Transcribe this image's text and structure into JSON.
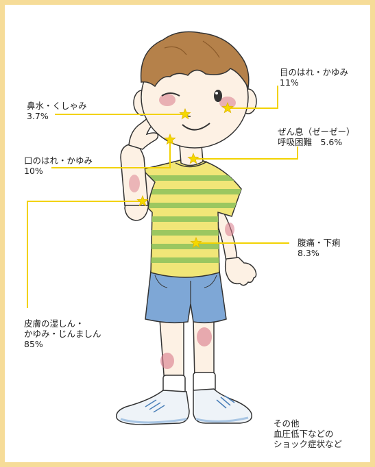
{
  "colors": {
    "frame": "#f6dc98",
    "leader_line": "#f2d200",
    "star": "#f5d800",
    "shirt_yellow": "#f1e678",
    "shirt_stripe": "#9bc760",
    "shorts": "#7ea7d6",
    "hair": "#b5814a",
    "skin": "#fdf1e4",
    "rash": "#d97a8a",
    "shoes": "#dfe9f3"
  },
  "icons": [
    "star-marker"
  ],
  "labels": {
    "eyes": {
      "title": "目のはれ・かゆみ",
      "value": "11%"
    },
    "nose": {
      "title": "鼻水・くしゃみ",
      "value": "3.7%"
    },
    "throat": {
      "title": "ぜん息（ゼーゼー）",
      "value": "呼吸困難　5.6%"
    },
    "mouth": {
      "title": "口のはれ・かゆみ",
      "value": "10%"
    },
    "stomach": {
      "title": "腹痛・下痢",
      "value": "8.3%"
    },
    "skin": {
      "line1": "皮膚の湿しん・",
      "line2": "かゆみ・じんましん",
      "value": "85%"
    },
    "other": {
      "line1": "その他",
      "line2": "血圧低下などの",
      "line3": "ショック症状など"
    }
  }
}
